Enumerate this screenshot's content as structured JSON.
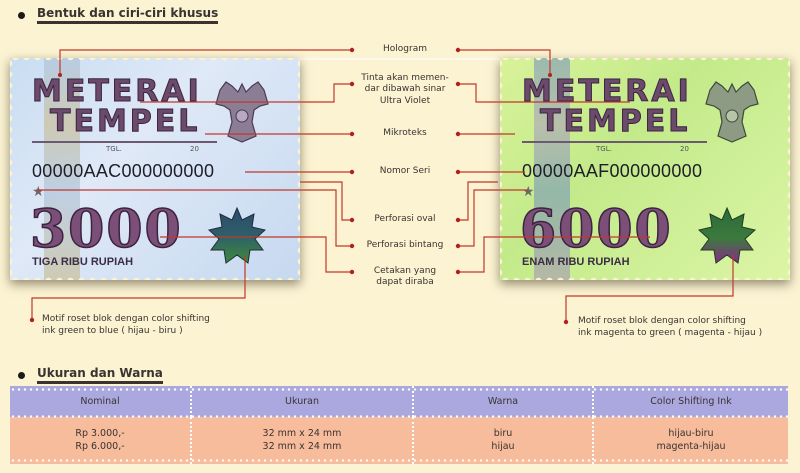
{
  "sections": {
    "shape": {
      "title": "Bentuk dan ciri-ciri khusus"
    },
    "size": {
      "title": "Ukuran dan Warna"
    }
  },
  "stamps": [
    {
      "title_line1": "METERAI",
      "title_line2": "TEMPEL",
      "tgl_label": "TGL.",
      "year_label": "20",
      "serial": "00000AAC000000000",
      "value": "3000",
      "words": "TIGA RIBU RUPIAH",
      "color_theme": "blue",
      "rosette_colors": [
        "#2c4a6a",
        "#3d8a3a"
      ],
      "motif_line1": "Motif roset blok dengan color shifting",
      "motif_line2": "ink green to blue ( hijau - biru )"
    },
    {
      "title_line1": "METERAI",
      "title_line2": "TEMPEL",
      "tgl_label": "TGL.",
      "year_label": "20",
      "serial": "00000AAF000000000",
      "value": "6000",
      "words": "ENAM RIBU RUPIAH",
      "color_theme": "green",
      "rosette_colors": [
        "#2e6a3a",
        "#8a2a8a"
      ],
      "motif_line1": "Motif roset blok dengan color shifting",
      "motif_line2": "ink magenta to green  ( magenta - hijau )"
    }
  ],
  "features": [
    {
      "label": "Hologram"
    },
    {
      "label_line1": "Tinta akan memen-",
      "label_line2": "dar dibawah sinar",
      "label_line3": "Ultra Violet"
    },
    {
      "label": "Mikroteks"
    },
    {
      "label": "Nomor Seri"
    },
    {
      "label": "Perforasi oval"
    },
    {
      "label": "Perforasi bintang"
    },
    {
      "label_line1": "Cetakan yang",
      "label_line2": "dapat diraba"
    }
  ],
  "table": {
    "headers": [
      "Nominal",
      "Ukuran",
      "Warna",
      "Color Shifting Ink"
    ],
    "rows": [
      [
        "Rp 3.000,-",
        "32 mm x 24 mm",
        "biru",
        "hijau-biru"
      ],
      [
        "Rp 6.000,-",
        "32 mm x 24 mm",
        "hijau",
        "magenta-hijau"
      ]
    ]
  },
  "colors": {
    "background": "#fbf3d2",
    "leader_line": "#c0392b",
    "table_header": "#aba8e0",
    "table_body": "#f7bc9c"
  }
}
